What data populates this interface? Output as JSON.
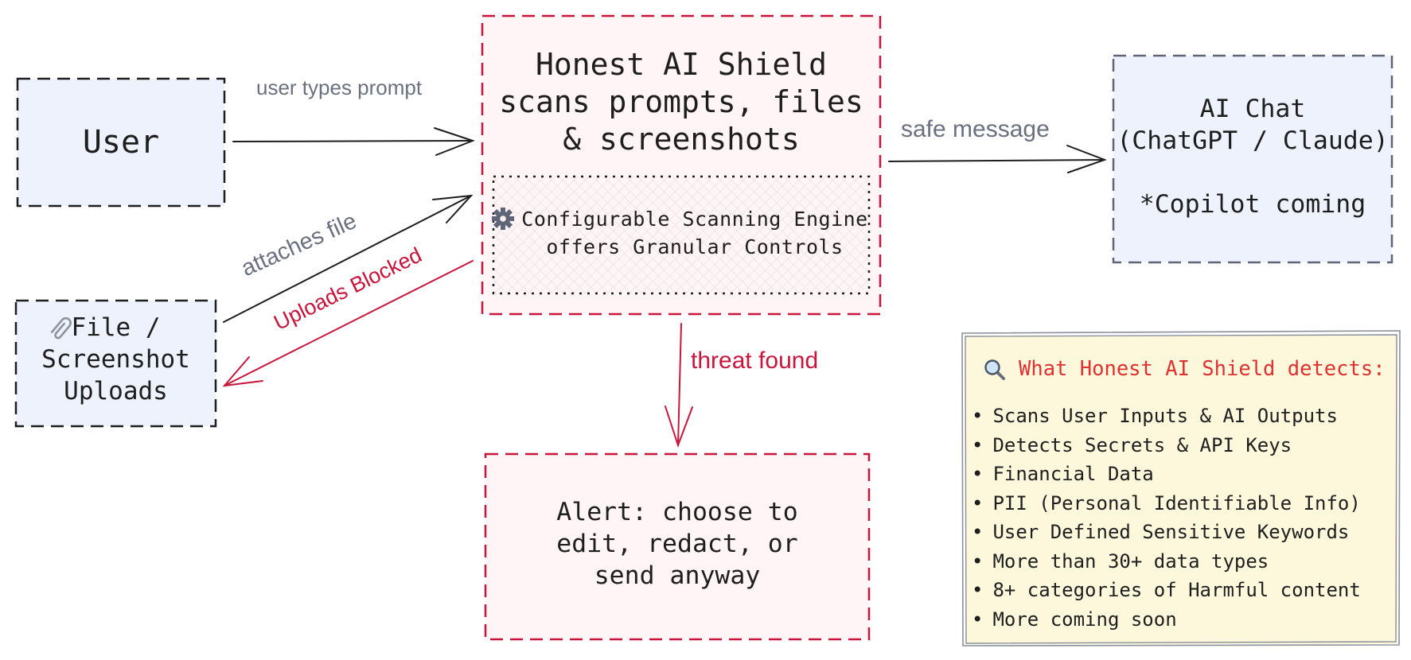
{
  "colors": {
    "neutral_fill": "#edf2fd",
    "alert_fill": "#fff4f6",
    "alert_stroke": "#c9153b",
    "dark_stroke": "#1e1e1e",
    "gray_stroke": "#5f6576",
    "gray_label": "#6b7080",
    "note_fill": "#fdf8dc",
    "note_title": "#e03131",
    "hatch": "#e4e0e0"
  },
  "nodes": {
    "user": {
      "label": "User"
    },
    "uploads": {
      "icon": "paperclip-icon",
      "label": "File /\nScreenshot\nUploads"
    },
    "shield": {
      "title": "Honest AI Shield\nscans prompts, files\n& screenshots"
    },
    "engine": {
      "icon": "gear-icon",
      "label": "Configurable Scanning Engine\noffers Granular Controls"
    },
    "ai_chat": {
      "label": "AI Chat\n(ChatGPT / Claude)\n\n*Copilot coming"
    },
    "alert": {
      "label": "Alert: choose to\nedit, redact, or\nsend anyway"
    }
  },
  "edges": {
    "user_types_prompt": "user types prompt",
    "attaches_file": "attaches file",
    "uploads_blocked": "Uploads Blocked",
    "safe_message": "safe message",
    "threat_found": "threat found"
  },
  "detects_note": {
    "icon": "magnifier-icon",
    "title": "What Honest AI Shield detects:",
    "items": [
      "Scans User Inputs & AI Outputs",
      "Detects Secrets & API Keys",
      "Financial Data",
      "PII (Personal Identifiable Info)",
      "User Defined Sensitive Keywords",
      "More than 30+ data types",
      "8+ categories of Harmful content",
      "More coming soon"
    ]
  }
}
